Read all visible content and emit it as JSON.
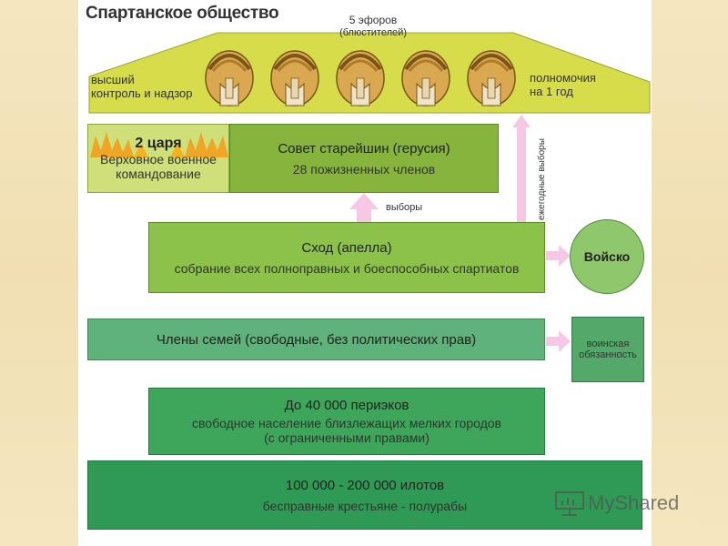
{
  "title": "Спартанское общество",
  "roof": {
    "ephors_line1": "5 эфоров",
    "ephors_line2": "(блюстителей)",
    "left_line1": "высший",
    "left_line2": "контроль и надзор",
    "right_line1": "полномочия",
    "right_line2": "на 1 год"
  },
  "kings": {
    "title": "2 царя",
    "line1": "Верховное военное",
    "line2": "командование"
  },
  "gerousia": {
    "title": "Совет старейшин (герусия)",
    "subtitle": "28 пожизненных членов"
  },
  "arrow_labels": {
    "elections": "выборы",
    "annual_elections": "ежегодные выборы"
  },
  "apella": {
    "title": "Сход (апелла)",
    "subtitle": "собрание всех полноправных и боеспособных спартиатов"
  },
  "army": {
    "label": "Войско"
  },
  "families": {
    "title": "Члены семей (свободные, без политических прав)"
  },
  "military_duty": {
    "line1": "воинская",
    "line2": "обязанность"
  },
  "perioeci": {
    "title": "До 40 000 периэков",
    "line1": "свободное население близлежащих мелких городов",
    "line2": "(с ограниченными правами)"
  },
  "helots": {
    "title": "100 000 - 200 000 илотов",
    "subtitle": "бесправные крестьяне - полурабы"
  },
  "watermark": {
    "brand": "MyShared"
  },
  "colors": {
    "roof": "#d6dc4a",
    "kings": "#cfe07a",
    "gerousia": "#86b43c",
    "apella": "#8cc24a",
    "families": "#5fb37a",
    "perioeci": "#3ea65a",
    "helots": "#2f9a55",
    "army": "#8fc86c",
    "arrow": "#f6c8e6"
  }
}
